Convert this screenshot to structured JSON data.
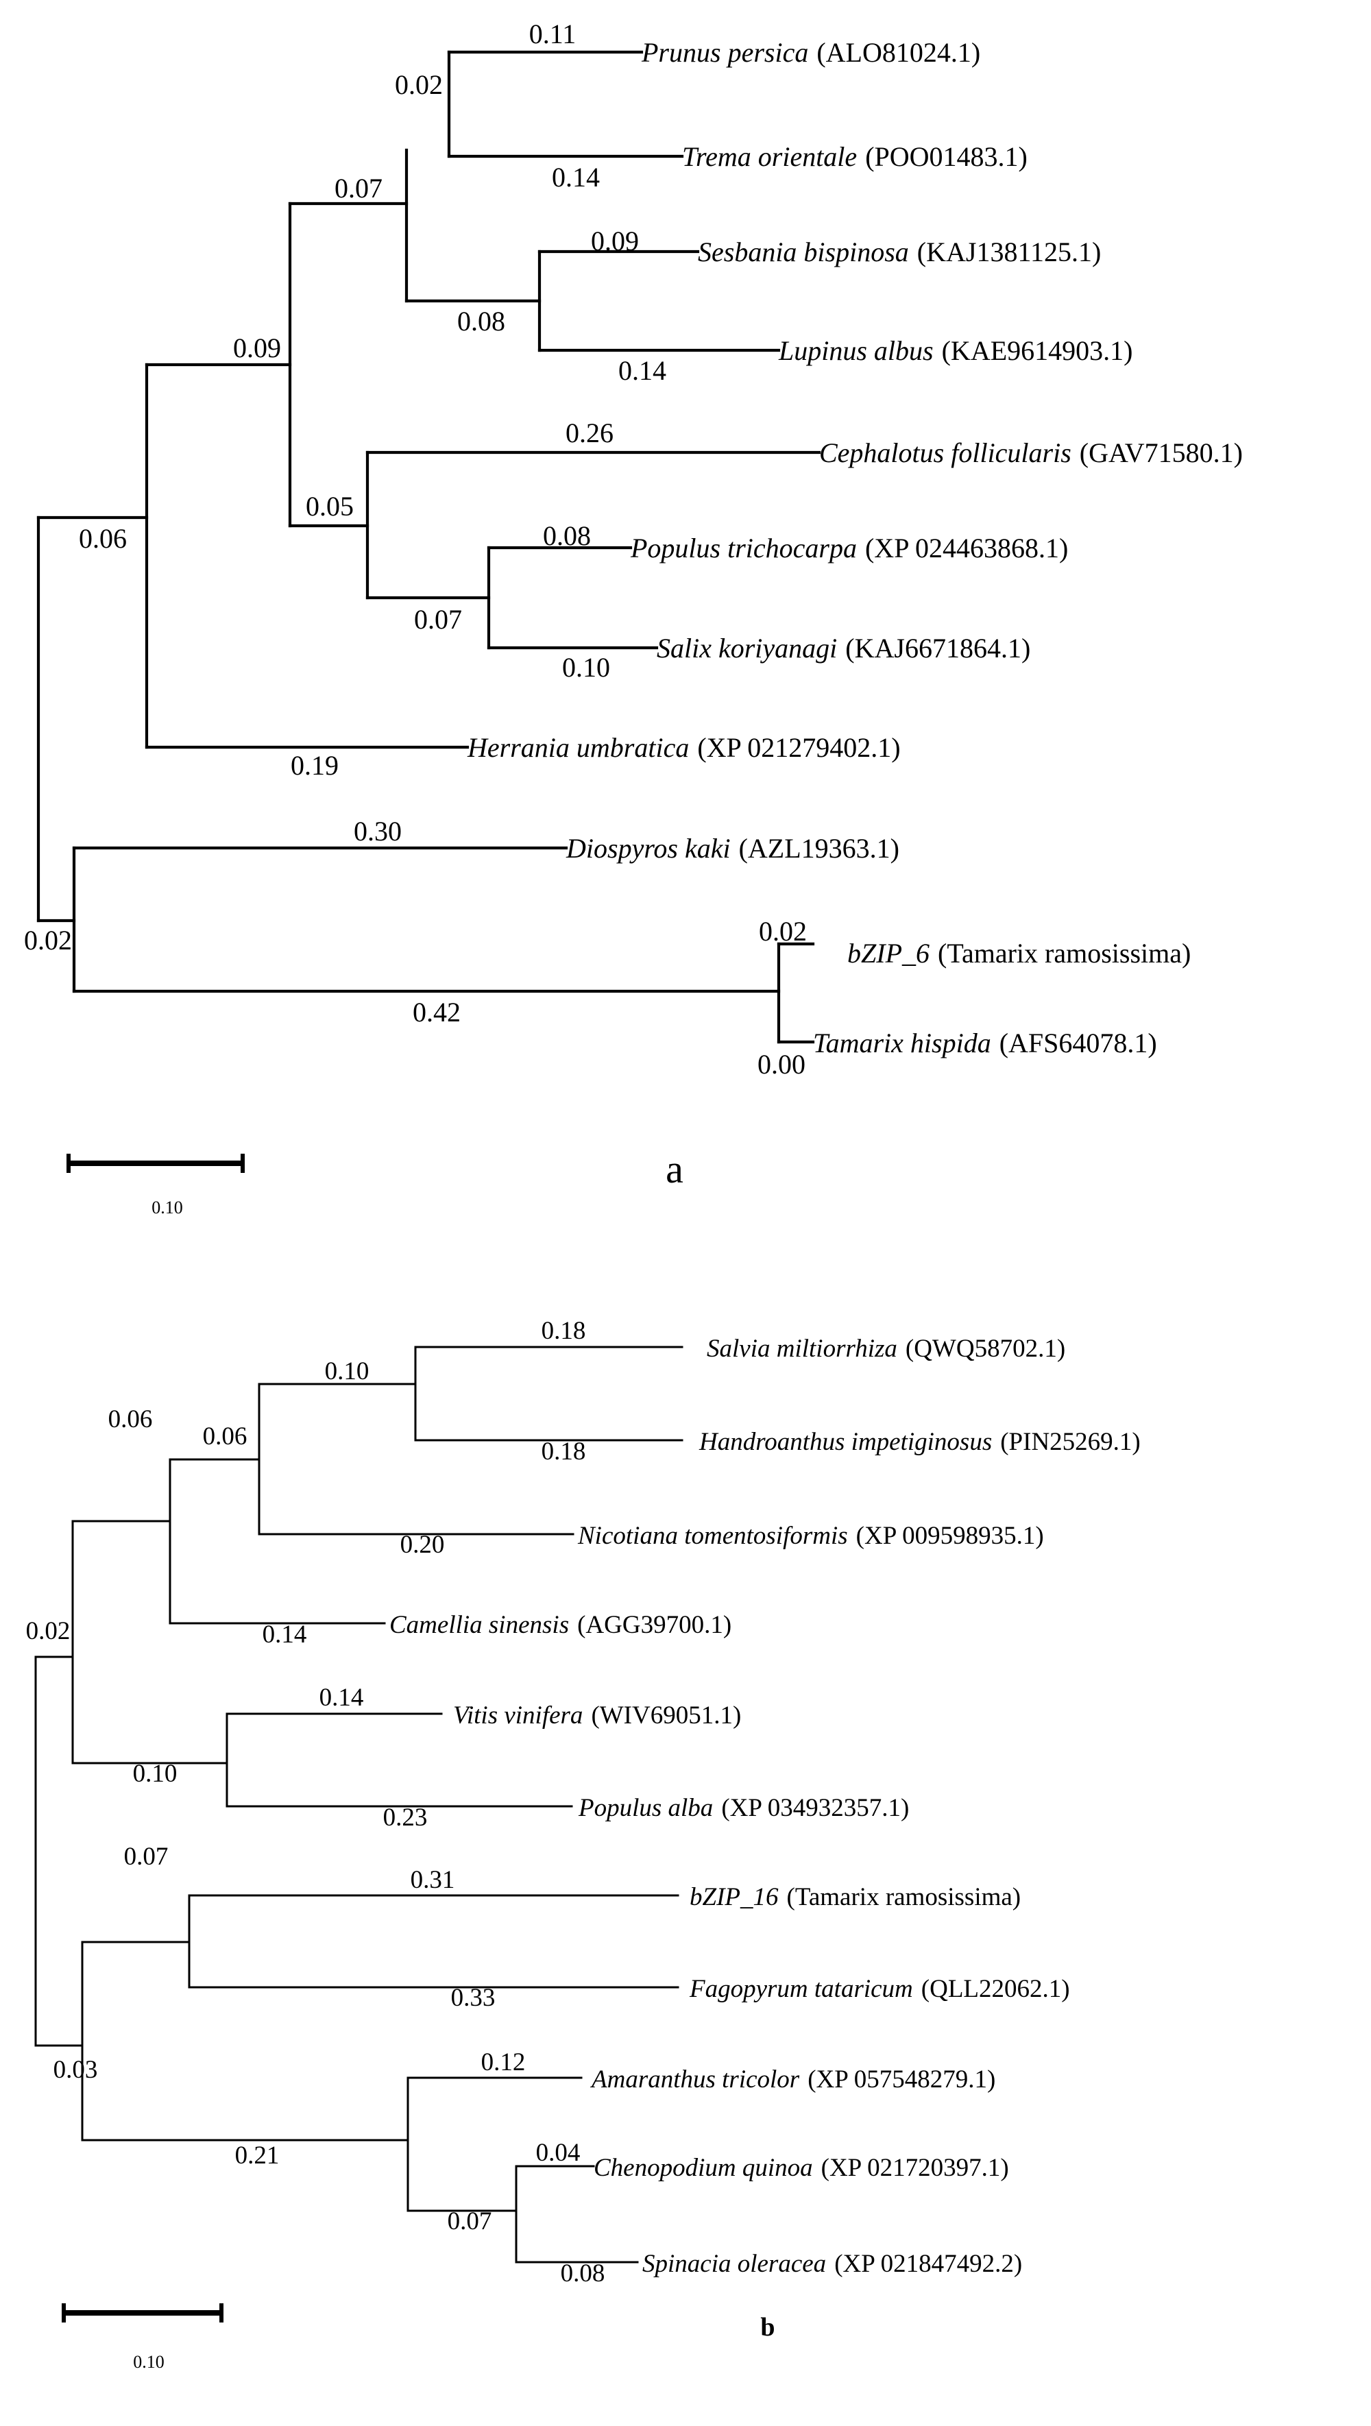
{
  "panels": [
    {
      "id": "a",
      "letter": "a",
      "scale_bar": "0.10",
      "leaves": [
        {
          "species": "Prunus persica",
          "accession": "(ALO81024.1)"
        },
        {
          "species": "Trema orientale",
          "accession": "(POO01483.1)"
        },
        {
          "species": "Sesbania bispinosa",
          "accession": "(KAJ1381125.1)"
        },
        {
          "species": "Lupinus albus",
          "accession": "(KAE9614903.1)"
        },
        {
          "species": "Cephalotus follicularis",
          "accession": "(GAV71580.1)"
        },
        {
          "species": "Populus trichocarpa",
          "accession": "(XP 024463868.1)"
        },
        {
          "species": "Salix koriyanagi",
          "accession": "(KAJ6671864.1)"
        },
        {
          "species": "Herrania umbratica",
          "accession": "(XP 021279402.1)"
        },
        {
          "species": "Diospyros kaki",
          "accession": "(AZL19363.1)"
        },
        {
          "species": "bZIP_6",
          "accession": "(Tamarix ramosissima)"
        },
        {
          "species": "Tamarix hispida",
          "accession": "(AFS64078.1)"
        }
      ],
      "branch_lengths": [
        "0.11",
        "0.02",
        "0.14",
        "0.07",
        "0.09",
        "0.08",
        "0.14",
        "0.09",
        "0.26",
        "0.05",
        "0.08",
        "0.07",
        "0.10",
        "0.06",
        "0.19",
        "0.30",
        "0.02",
        "0.02",
        "0.42",
        "0.00"
      ]
    },
    {
      "id": "b",
      "letter": "b",
      "scale_bar": "0.10",
      "leaves": [
        {
          "species": "Salvia miltiorrhiza",
          "accession": "(QWQ58702.1)"
        },
        {
          "species": "Handroanthus impetiginosus",
          "accession": "(PIN25269.1)"
        },
        {
          "species": "Nicotiana tomentosiformis",
          "accession": "(XP 009598935.1)"
        },
        {
          "species": "Camellia sinensis",
          "accession": "(AGG39700.1)"
        },
        {
          "species": "Vitis vinifera",
          "accession": "(WIV69051.1)"
        },
        {
          "species": "Populus alba",
          "accession": "(XP 034932357.1)"
        },
        {
          "species": "bZIP_16",
          "accession": "(Tamarix ramosissima)"
        },
        {
          "species": "Fagopyrum tataricum",
          "accession": "(QLL22062.1)"
        },
        {
          "species": "Amaranthus tricolor",
          "accession": "(XP 057548279.1)"
        },
        {
          "species": "Chenopodium quinoa",
          "accession": "(XP 021720397.1)"
        },
        {
          "species": "Spinacia oleracea",
          "accession": "(XP 021847492.2)"
        }
      ],
      "branch_lengths": [
        "0.18",
        "0.10",
        "0.18",
        "0.06",
        "0.20",
        "0.06",
        "0.14",
        "0.02",
        "0.14",
        "0.10",
        "0.23",
        "0.31",
        "0.07",
        "0.33",
        "0.12",
        "0.03",
        "0.04",
        "0.21",
        "0.07",
        "0.08"
      ]
    }
  ]
}
